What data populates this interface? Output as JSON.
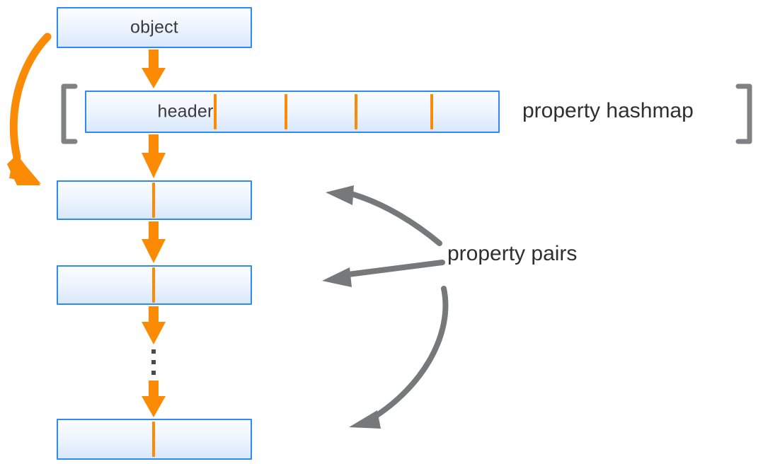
{
  "diagram": {
    "title": "object property hashmap structure",
    "colors": {
      "box_border": "#2e8bef",
      "box_fill_top": "#fbfdff",
      "box_fill_bottom": "#d9e8fc",
      "orange": "#fb8a05",
      "gray_arrow": "#76797b",
      "bracket_gray": "#7f8284",
      "text": "#2f2f2f"
    },
    "boxes": {
      "object": {
        "label": "object"
      },
      "header": {
        "label": "header"
      },
      "pair_1": {
        "label": ""
      },
      "pair_2": {
        "label": ""
      },
      "pair_last": {
        "label": ""
      }
    },
    "hashmap": {
      "slot_count": 5,
      "tick_positions": [
        302,
        402,
        501,
        608
      ]
    },
    "captions": {
      "hashmap": "property hashmap",
      "pairs": "property pairs"
    },
    "ellipsis": {
      "dot_count": 3,
      "meaning": "more property pairs"
    },
    "arrows": {
      "object_to_header": "orange-down-arrow",
      "object_to_first_pair": "orange-curved-arrow",
      "header_to_pair_1": "orange-down-arrow",
      "pair_1_to_pair_2": "orange-down-arrow",
      "pair_2_to_ellipsis": "orange-down-arrow",
      "ellipsis_to_pair_last": "orange-down-arrow",
      "pairs_label_to_pair_1": "gray-curved-arrow",
      "pairs_label_to_pair_2": "gray-straight-arrow",
      "pairs_label_to_pair_last": "gray-curved-arrow"
    }
  }
}
